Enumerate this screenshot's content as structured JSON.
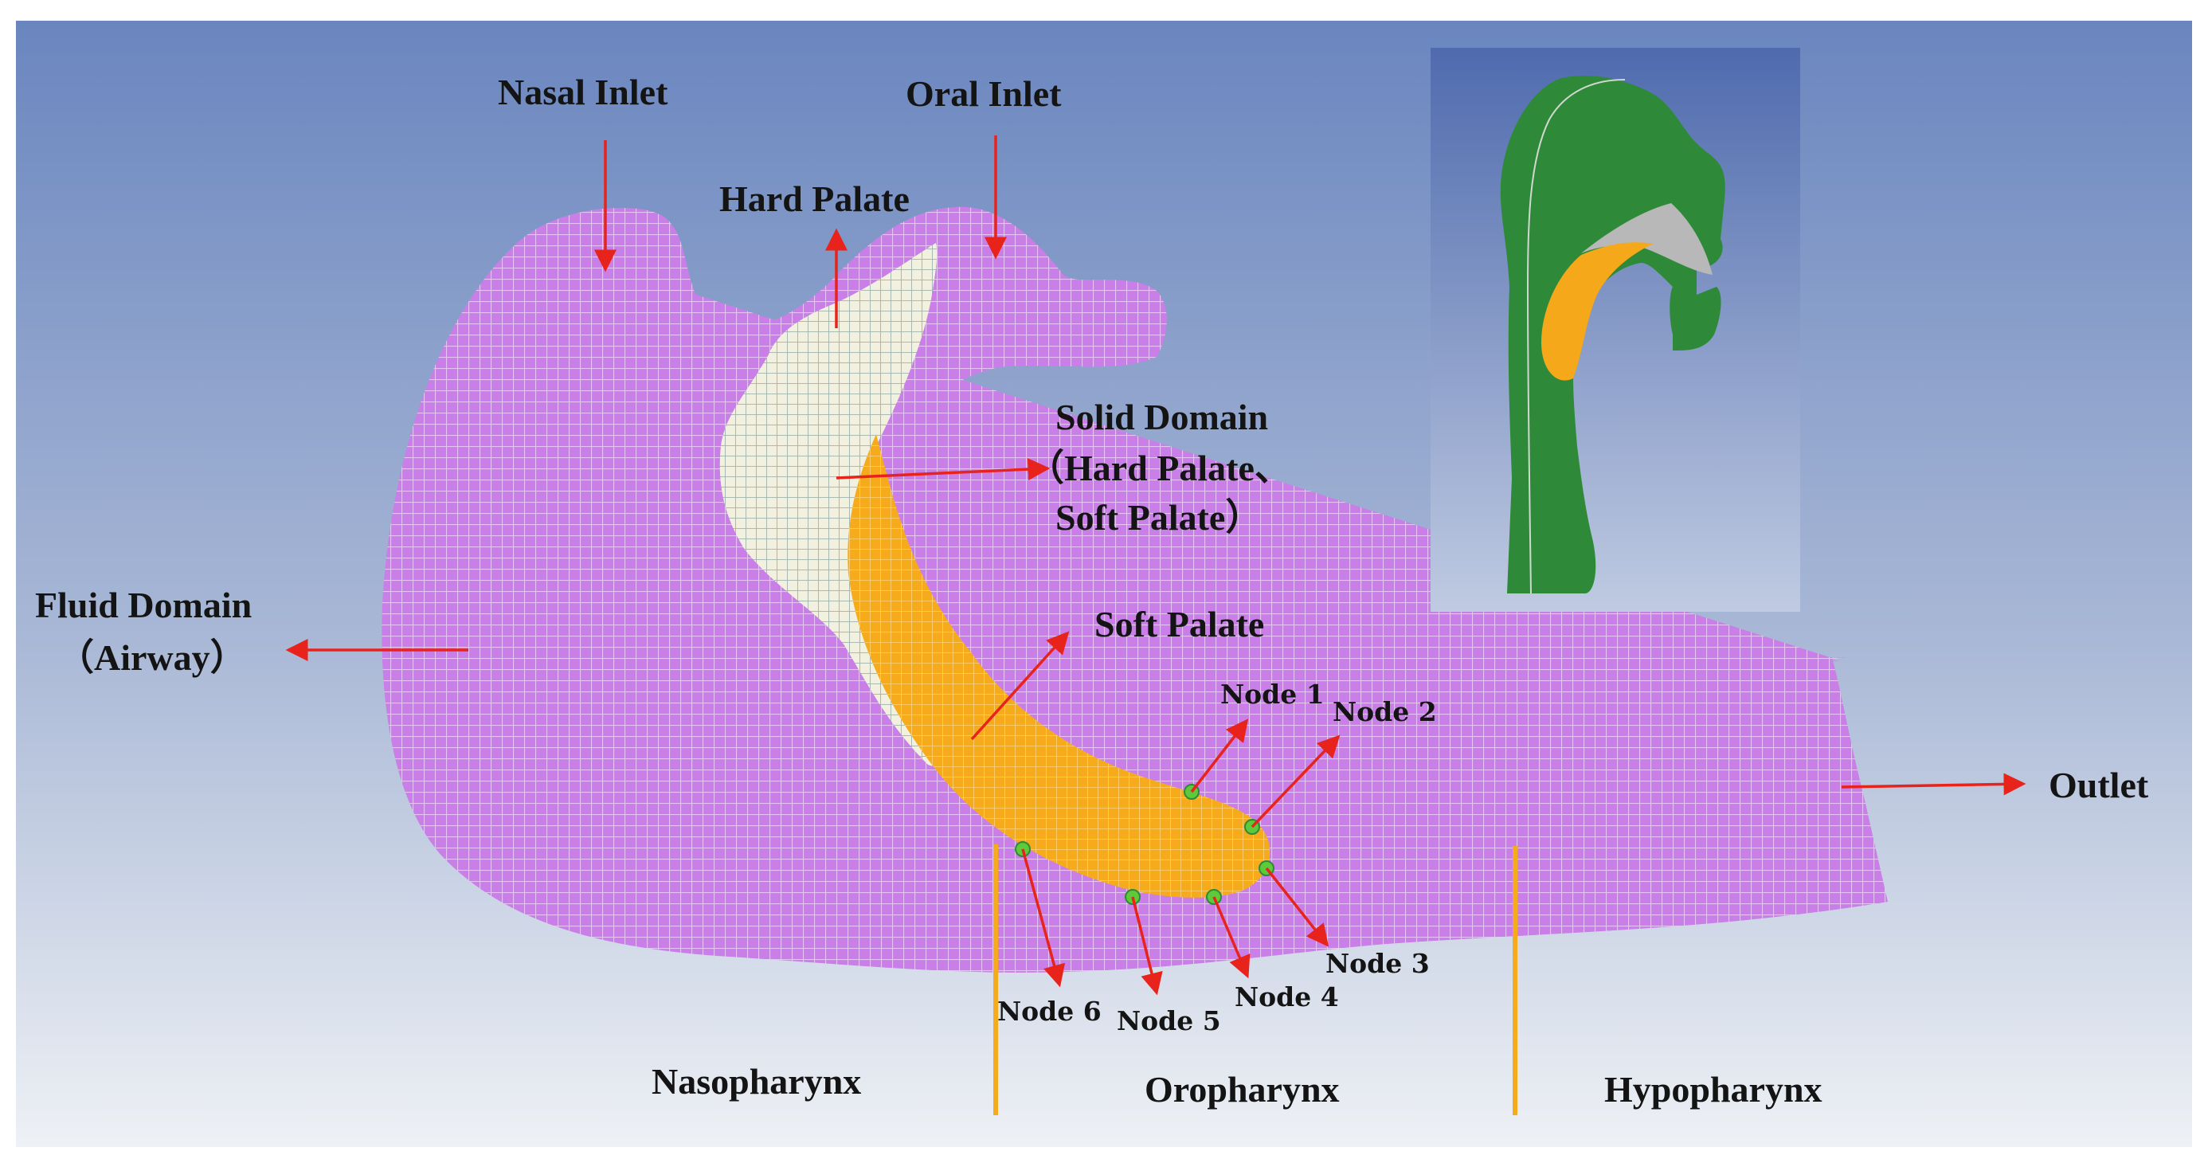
{
  "labels": {
    "nasal_inlet": "Nasal Inlet",
    "oral_inlet": "Oral Inlet",
    "hard_palate": "Hard Palate",
    "solid_domain_line1": "Solid Domain",
    "solid_domain_line2": "（Hard Palate、",
    "solid_domain_line3": "Soft Palate）",
    "fluid_domain_line1": "Fluid Domain",
    "fluid_domain_line2": "（Airway）",
    "soft_palate": "Soft Palate",
    "outlet": "Outlet",
    "nasopharynx": "Nasopharynx",
    "oropharynx": "Oropharynx",
    "hypopharynx": "Hypopharynx"
  },
  "nodes": [
    {
      "id": "node1",
      "label": "Node 1"
    },
    {
      "id": "node2",
      "label": "Node 2"
    },
    {
      "id": "node3",
      "label": "Node 3"
    },
    {
      "id": "node4",
      "label": "Node 4"
    },
    {
      "id": "node5",
      "label": "Node 5"
    },
    {
      "id": "node6",
      "label": "Node 6"
    }
  ],
  "colors": {
    "fluid_mesh": "#c97ee8",
    "solid_hard_palate": "#f2f1df",
    "solid_soft_palate": "#f5ab1c",
    "arrow": "#e8231c",
    "region_divider": "#f5ab1c",
    "node_marker": "#5ec93a",
    "inset_green": "#2e8a38",
    "inset_gray": "#b8b8b8",
    "inset_orange": "#f5a81a"
  }
}
